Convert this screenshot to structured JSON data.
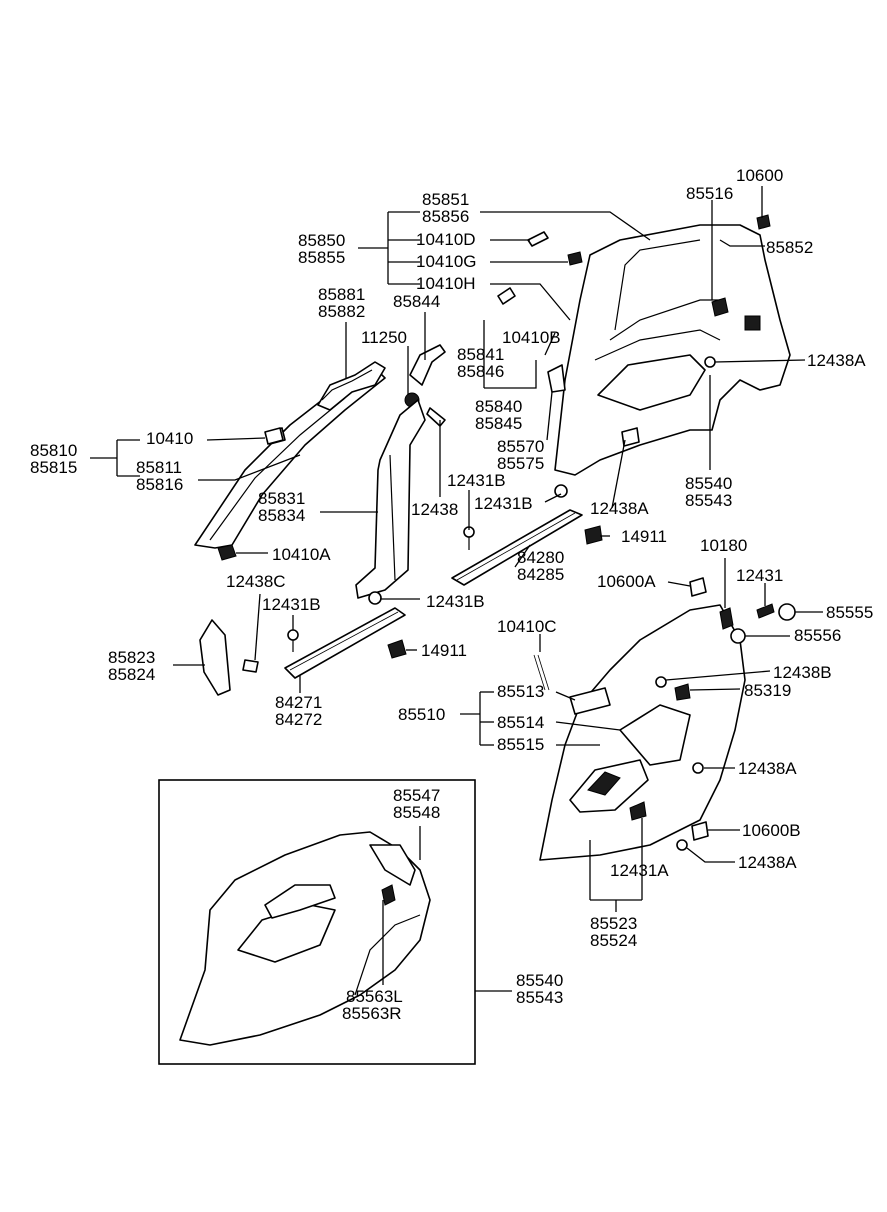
{
  "labels": {
    "p10600": "10600",
    "p85516": "85516",
    "p85851": "85851",
    "p85856": "85856",
    "p85852": "85852",
    "p85850": "85850",
    "p85855": "85855",
    "p10410D": "10410D",
    "p10410G": "10410G",
    "p10410H": "10410H",
    "p85881": "85881",
    "p85882": "85882",
    "p85844": "85844",
    "p10410B": "10410B",
    "p11250": "11250",
    "p85841": "85841",
    "p85846": "85846",
    "p12438A_1": "12438A",
    "p85840": "85840",
    "p85845": "85845",
    "p85570": "85570",
    "p85575": "85575",
    "p10410": "10410",
    "p85810": "85810",
    "p85815": "85815",
    "p85811": "85811",
    "p85816": "85816",
    "p85540_1": "85540",
    "p85543_1": "85543",
    "p12431B_1": "12431B",
    "p12431B_2": "12431B",
    "p12438A_2": "12438A",
    "p85831": "85831",
    "p85834": "85834",
    "p12438": "12438",
    "p14911_1": "14911",
    "p84280": "84280",
    "p84285": "84285",
    "p10410A": "10410A",
    "p10180": "10180",
    "p12438C": "12438C",
    "p12431": "12431",
    "p10600A": "10600A",
    "p12431B_3": "12431B",
    "p85555": "85555",
    "p12431B_4": "12431B",
    "p85556": "85556",
    "p10410C": "10410C",
    "p85823": "85823",
    "p85824": "85824",
    "p14911_2": "14911",
    "p12438B": "12438B",
    "p85513": "85513",
    "p85319": "85319",
    "p84271": "84271",
    "p84272": "84272",
    "p85510": "85510",
    "p85514": "85514",
    "p85515": "85515",
    "p12438A_3": "12438A",
    "p85547": "85547",
    "p85548": "85548",
    "p10600B": "10600B",
    "p12438A_4": "12438A",
    "p12431A": "12431A",
    "p85523": "85523",
    "p85524": "85524",
    "p85540_2": "85540",
    "p85543_2": "85543",
    "p85563L": "85563L",
    "p85563R": "85563R"
  }
}
